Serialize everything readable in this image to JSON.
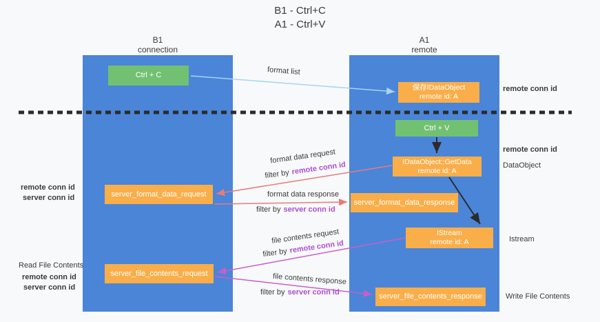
{
  "title": {
    "line1": "B1 - Ctrl+C",
    "line2": "A1 - Ctrl+V"
  },
  "columns": {
    "left": {
      "title": "B1",
      "subtitle": "connection"
    },
    "right": {
      "title": "A1",
      "subtitle": "remote"
    }
  },
  "boxes": {
    "ctrl_c": {
      "label": "Ctrl + C"
    },
    "save_idataobject": {
      "line1": "保存IDataObject",
      "line2": "remote id: A"
    },
    "ctrl_v": {
      "label": "Ctrl + V"
    },
    "getdata": {
      "line1": "IDataObject::GetData",
      "line2": "remote id: A"
    },
    "server_format_data_request": {
      "label": "server_format_data_request"
    },
    "server_format_data_response": {
      "label": "server_format_data_response"
    },
    "istream": {
      "line1": "IStream",
      "line2": "remote id: A"
    },
    "server_file_contents_request": {
      "label": "server_file_contents_request"
    },
    "server_file_contents_response": {
      "label": "server_file_contents_response"
    }
  },
  "arrow_labels": {
    "format_list": "format list",
    "format_data_request": "format data request",
    "format_data_response": "format data response",
    "file_contents_request": "file contents request",
    "file_contents_response": "file contents response",
    "filter_by": "filter by",
    "remote_conn_id": "remote conn id",
    "server_conn_id": "server conn id"
  },
  "side_labels": {
    "remote_conn_id_top": "remote conn id",
    "remote_conn_id_middle": "remote conn id",
    "dataobject": "DataObject",
    "istream": "Istream",
    "write_file_contents": "Write File Contents",
    "read_file_contents": "Read File Contents",
    "left_top": {
      "remote": "remote conn id",
      "server": "server conn id"
    },
    "left_bottom": {
      "remote": "remote conn id",
      "server": "server conn id"
    }
  },
  "colors": {
    "column_blue": "#4a85d8",
    "box_green": "#72c072",
    "box_orange": "#f9ae4a",
    "arrow_light_blue": "#a8d4f0",
    "arrow_salmon": "#e57b7b",
    "arrow_magenta": "#c85fc8",
    "arrow_black": "#2b2b2b",
    "text_purple": "#ac4fd2",
    "text_green": "#5ab95a",
    "text_dark": "#3a3a3a",
    "background": "#f8f9fa"
  }
}
